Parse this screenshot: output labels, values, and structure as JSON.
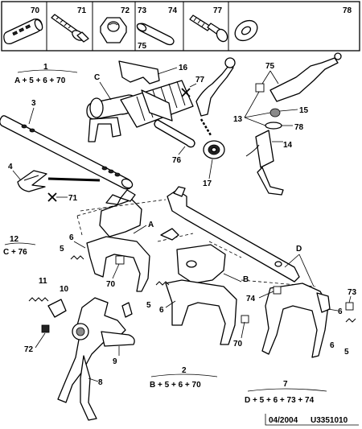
{
  "legend_strip": [
    {
      "ref": "70",
      "icon": "roll-pin-icon"
    },
    {
      "ref": "71",
      "icon": "flange-bolt-icon"
    },
    {
      "ref": "72",
      "icon": "hex-nut-icon"
    },
    {
      "ref": "73",
      "icon": "pin-icon",
      "ref2": "74",
      "ref3": "75"
    },
    {
      "ref": "77",
      "icon": "shoulder-bolt-icon"
    },
    {
      "ref": "78",
      "icon": "washer-icon"
    }
  ],
  "callouts": {
    "c1": "1",
    "c1_formula": "A + 5 + 6 + 70",
    "c2": "2",
    "c2_formula": "B + 5 + 6 + 70",
    "c7": "7",
    "c7_formula": "D + 5 + 6 + 73 + 74",
    "c12": "12",
    "c12_formula": "C + 76"
  },
  "labels": {
    "C": "C",
    "A": "A",
    "B": "B",
    "D": "D",
    "n3": "3",
    "n4": "4",
    "n5a": "5",
    "n5b": "5",
    "n5c": "5",
    "n6a": "6",
    "n6b": "6",
    "n6c": "6",
    "n8": "8",
    "n9": "9",
    "n10": "10",
    "n11": "11",
    "n13": "13",
    "n14": "14",
    "n15": "15",
    "n16": "16",
    "n17": "17",
    "n70a": "70",
    "n70b": "70",
    "n71": "71",
    "n72": "72",
    "n73": "73",
    "n74": "74",
    "n75": "75",
    "n76": "76",
    "n77": "77",
    "n78": "78"
  },
  "footer": {
    "date": "04/2004",
    "ref": "U3351010"
  }
}
